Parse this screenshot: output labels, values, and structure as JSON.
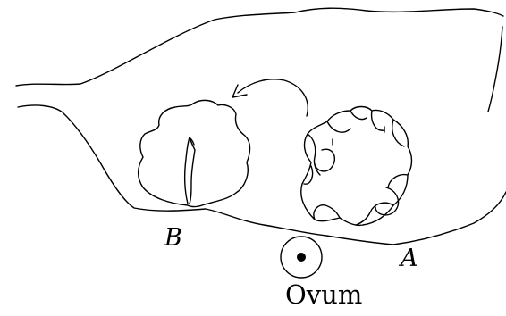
{
  "labels": {
    "b": "B",
    "a": "A",
    "ovum": "Ovum"
  },
  "colors": {
    "line": "#000000",
    "background": "#ffffff"
  }
}
